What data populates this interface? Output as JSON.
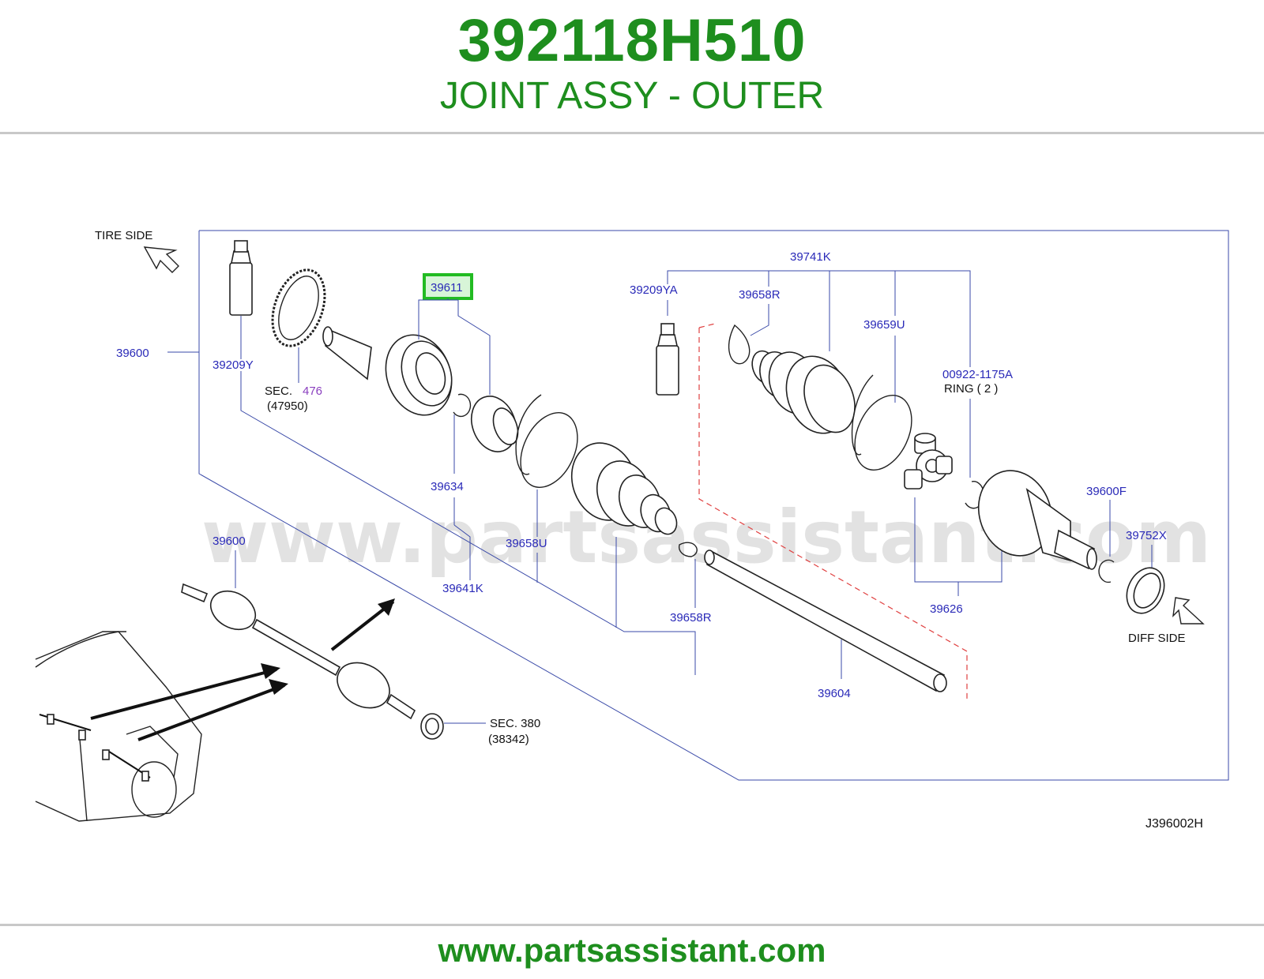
{
  "header": {
    "part_number": "392118H510",
    "part_name": "JOINT ASSY - OUTER"
  },
  "footer": {
    "url": "www.partsassistant.com"
  },
  "watermark": "www.partsassistant.com",
  "diagram": {
    "diagram_code": "J396002H",
    "highlighted_part": "39611",
    "highlight_color": "#22bb22",
    "tire_side_label": "TIRE   SIDE",
    "diff_side_label": "DIFF   SIDE",
    "labels": {
      "p39600_main": "39600",
      "p39600_lower": "39600",
      "p39209Y": "39209Y",
      "sec476_prefix": "SEC.",
      "sec476_num": "476",
      "sec476_ref": "(47950)",
      "p39611": "39611",
      "p39634": "39634",
      "p39641K": "39641K",
      "p39658U": "39658U",
      "p39658R_lower": "39658R",
      "p39741K": "39741K",
      "p39209YA": "39209YA",
      "p39658R_upper": "39658R",
      "p39659U": "39659U",
      "p00922": "00922-1175A",
      "ring": "RING   ( 2 )",
      "p39600F": "39600F",
      "p39752X": "39752X",
      "p39626": "39626",
      "p39604": "39604",
      "sec380": "SEC.  380",
      "sec380_ref": "(38342)"
    }
  }
}
